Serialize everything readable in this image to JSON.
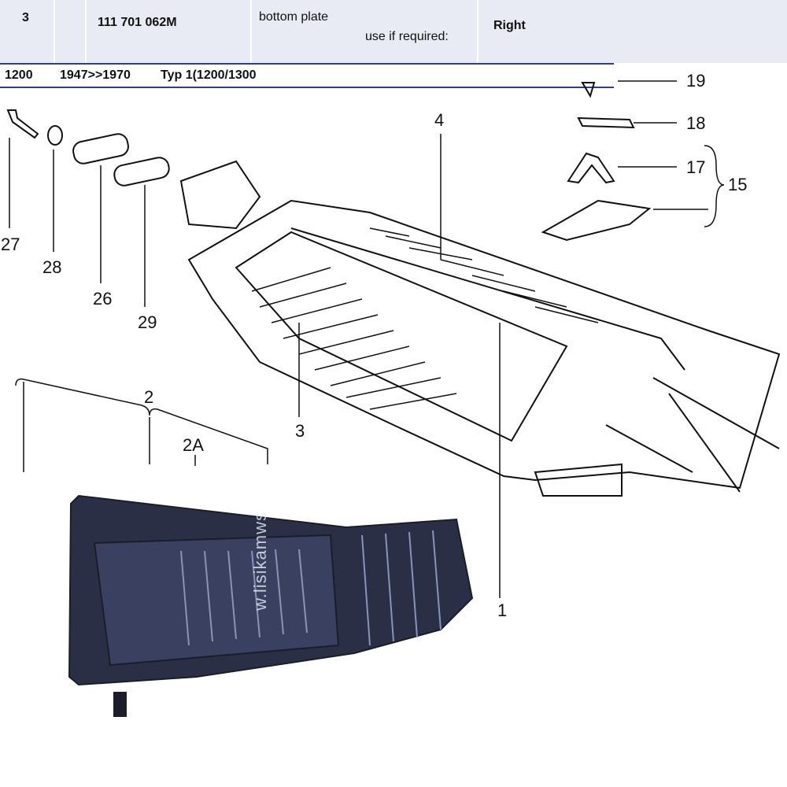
{
  "table_row": {
    "pos": "3",
    "part_number": "111 701 062M",
    "description": "bottom plate",
    "note": "use if required:",
    "side": "Right"
  },
  "model_bar": {
    "model": "1200",
    "years": "1947>>1970",
    "type": "Typ 1(1200/1300"
  },
  "diagram_labels": [
    "19",
    "18",
    "17",
    "15",
    "4",
    "27",
    "28",
    "26",
    "29",
    "2",
    "2A",
    "3",
    "1"
  ],
  "watermark": "w.lisikamws"
}
